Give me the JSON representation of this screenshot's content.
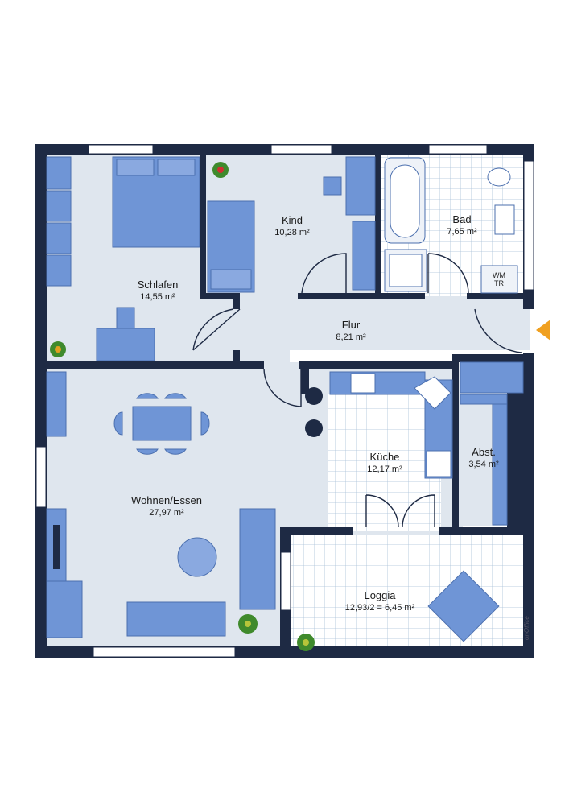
{
  "rooms": {
    "schlafen": {
      "name": "Schlafen",
      "area": "14,55 m²"
    },
    "kind": {
      "name": "Kind",
      "area": "10,28 m²"
    },
    "bad": {
      "name": "Bad",
      "area": "7,65 m²"
    },
    "flur": {
      "name": "Flur",
      "area": "8,21 m²"
    },
    "wohnen": {
      "name": "Wohnen/Essen",
      "area": "27,97 m²"
    },
    "kueche": {
      "name": "Küche",
      "area": "12,17 m²"
    },
    "abst": {
      "name": "Abst.",
      "area": "3,54 m²"
    },
    "loggia": {
      "name": "Loggia",
      "area": "12,93/2 = 6,45 m²"
    }
  },
  "appliance_label": {
    "line1": "WM",
    "line2": "TR"
  },
  "watermark": "onOffice",
  "colors": {
    "wall": "#1e2a44",
    "floor": "#dfe6ee",
    "furniture": "#6f95d6",
    "tile_line": "#a9bfd8",
    "entrance_arrow": "#f0a020"
  }
}
